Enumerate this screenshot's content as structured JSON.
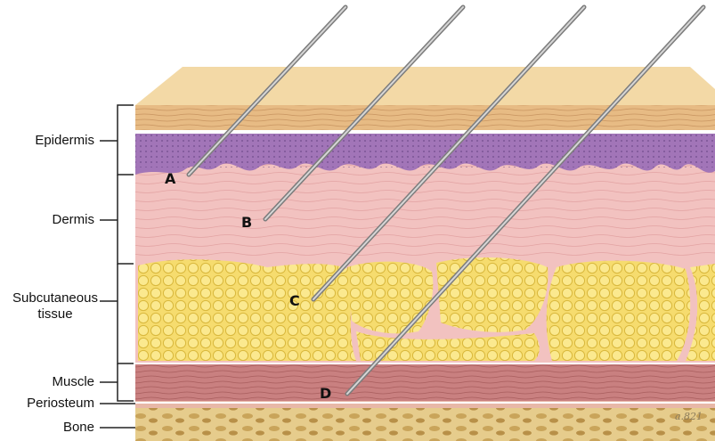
{
  "layers": [
    {
      "key": "epidermis",
      "label": "Epidermis"
    },
    {
      "key": "dermis",
      "label": "Dermis"
    },
    {
      "key": "subcutaneous",
      "label_line1": "Subcutaneous",
      "label_line2": "tissue"
    },
    {
      "key": "muscle",
      "label": "Muscle"
    },
    {
      "key": "periosteum",
      "label": "Periosteum"
    },
    {
      "key": "bone",
      "label": "Bone"
    }
  ],
  "needles": [
    {
      "key": "a",
      "label": "A"
    },
    {
      "key": "b",
      "label": "B"
    },
    {
      "key": "c",
      "label": "C"
    },
    {
      "key": "d",
      "label": "D"
    }
  ],
  "signature": "a.821",
  "colors": {
    "skin_surface": "#f3d9a6",
    "stratum": "#e9c08a",
    "epidermis": "#a275b8",
    "dermis": "#f2c2c0",
    "fat": "#f6dc6e",
    "muscle": "#c98080",
    "bone": "#e6cc8c",
    "needle": "#9a9a9a"
  }
}
